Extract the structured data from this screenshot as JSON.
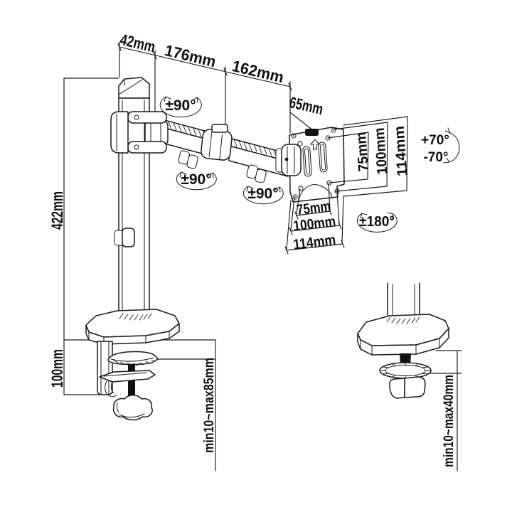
{
  "diagram": {
    "product": "single-monitor-desk-mount-arm-dimension-drawing",
    "background_color": "#ffffff",
    "line_color": "#1a1a1a",
    "text_color": "#101010",
    "top_dimensions": {
      "pole_depth": "42mm",
      "lower_arm_length": "176mm",
      "upper_arm_length": "162mm",
      "head_offset": "65mm"
    },
    "left_dimensions": {
      "pole_height": "422mm",
      "clamp_body_height": "100mm",
      "clamp_desk_range": "min10~max85mm"
    },
    "grommet_dimensions": {
      "grommet_desk_range": "min10~max40mm"
    },
    "vesa_plate": {
      "vertical_spacings": [
        "75mm",
        "100mm",
        "114mm"
      ],
      "horizontal_spacings": [
        "75mm",
        "100mm",
        "114mm"
      ]
    },
    "rotations": {
      "shoulder_swivel": "±90°",
      "elbow_swivel": "±90°",
      "wrist_swivel": "±90°",
      "screen_rotation": "±180°",
      "tilt_up": "+70°",
      "tilt_down": "-70°"
    }
  }
}
